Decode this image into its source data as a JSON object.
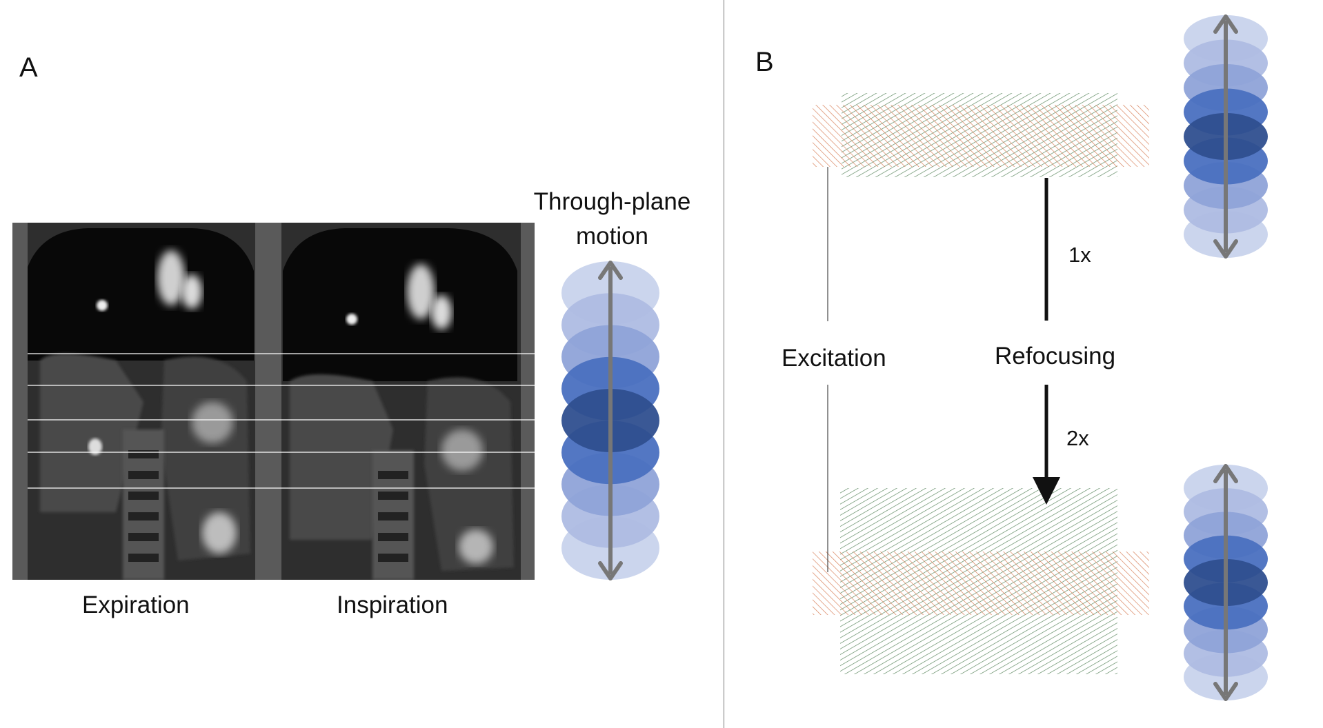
{
  "panel_a": {
    "letter": "A",
    "image_alt": "Coronal MRI slices at expiration and inspiration",
    "left_caption": "Expiration",
    "right_caption": "Inspiration",
    "motion_label_line1": "Through-plane",
    "motion_label_line2": "motion"
  },
  "panel_b": {
    "letter": "B",
    "excitation_label": "Excitation",
    "refocusing_label": "Refocusing",
    "step1_label": "1x",
    "step2_label": "2x"
  },
  "colors": {
    "excitation_hatch": "#d9845f",
    "refocusing_hatch": "#5f8a62",
    "ellipse_dark": "#2f4f8f",
    "ellipse_mid": "#4a70c0",
    "ellipse_light": "#c8d3ec",
    "arrow_gray": "#777777"
  }
}
